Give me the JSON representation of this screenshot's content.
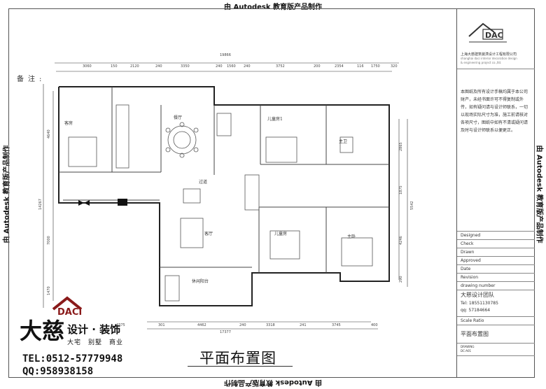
{
  "watermark": "由 Autodesk 教育版产品制作",
  "title_block": {
    "company_cn": "上海大慈建筑装潢设计工程有限公司",
    "company_en_1": "shanghai daci interior decoration design",
    "company_en_2": "& engineering project co.,ltd.",
    "notes_title": "备注:",
    "notes_text": "本图纸及所有设计手稿均属于本公司财产，未经书面许可不得复制或外传，如有疑问请与设计师联系，一切以现场实际尺寸为准，施工前请核对各项尺寸，图纸中如有不清或疑问请及时与设计师联系以便更正。",
    "rows": [
      "Designed",
      "Check",
      "Drawn",
      "Approved",
      "Date",
      "Revision",
      "drawing number"
    ],
    "team": "大慈设计团队",
    "tel_line": "Tel: 18551130785",
    "qq_line": "qq: 57184664",
    "scale_label": "Scale Ratio",
    "drawing_title": "平面布置图",
    "footer_label": "DRAWING",
    "footer_code": "DC-A01"
  },
  "dac_brand": "DAC",
  "plan": {
    "title": "平面布置图",
    "rooms": {
      "guest": "客房",
      "dining": "餐厅",
      "child1": "儿童房1",
      "corridor": "过道",
      "living": "客厅",
      "child2": "儿童房",
      "master": "主卧",
      "balcony": "休闲阳台",
      "bath": "主卫"
    },
    "dims_top": [
      "19866",
      "3060",
      "150",
      "2120",
      "240",
      "3350",
      "240",
      "1560",
      "240",
      "3752",
      "200",
      "2354",
      "116",
      "1750",
      "320"
    ],
    "dims_bottom": [
      "4375",
      "301",
      "4462",
      "240",
      "3318",
      "241",
      "3745",
      "400",
      "17377"
    ],
    "dims_left": [
      "4640",
      "14267",
      "7000",
      "1470"
    ],
    "dims_right": [
      "2865",
      "1875",
      "5542",
      "4246",
      "290"
    ]
  },
  "logo": {
    "mark": "DACI",
    "big": "大慈",
    "brand": "设计 · 装饰",
    "sub": "大宅　别墅　商业",
    "tel": "TEL:0512-57779948",
    "qq": "QQ:958938158"
  }
}
